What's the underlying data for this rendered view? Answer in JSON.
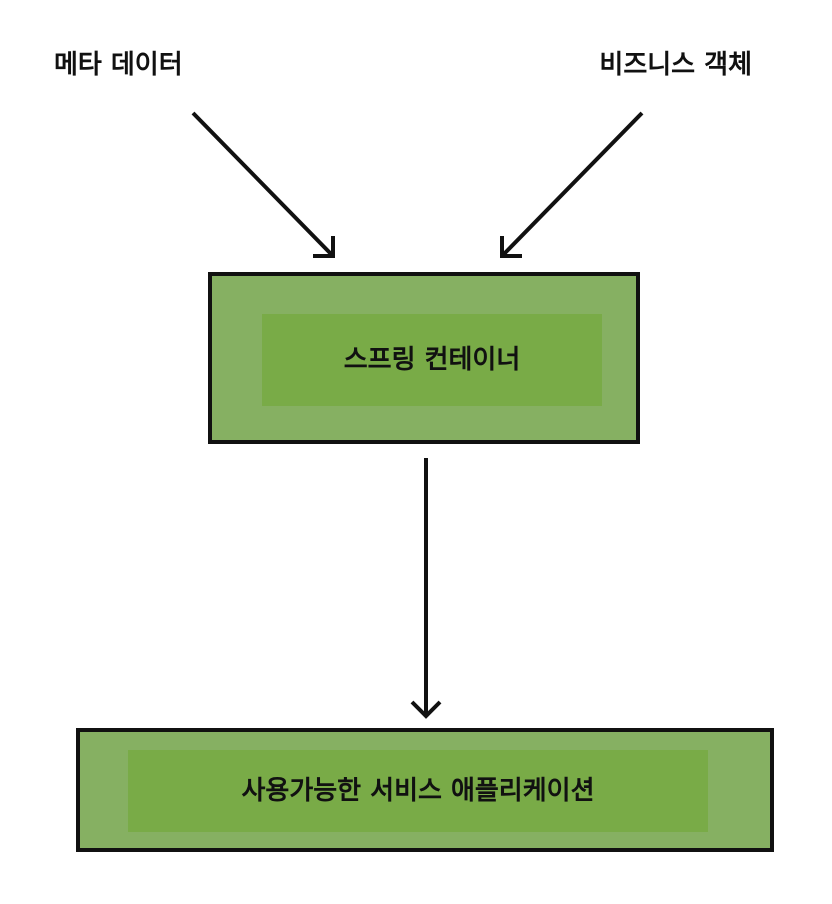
{
  "inputs": {
    "left_label": "메타 데이터",
    "right_label": "비즈니스 객체"
  },
  "container_box": {
    "label": "스프링 컨테이너"
  },
  "output_box": {
    "label": "사용가능한 서비스 애플리케이션"
  },
  "colors": {
    "box_outer": "#86b062",
    "box_inner": "#79ab47",
    "stroke": "#111111"
  }
}
